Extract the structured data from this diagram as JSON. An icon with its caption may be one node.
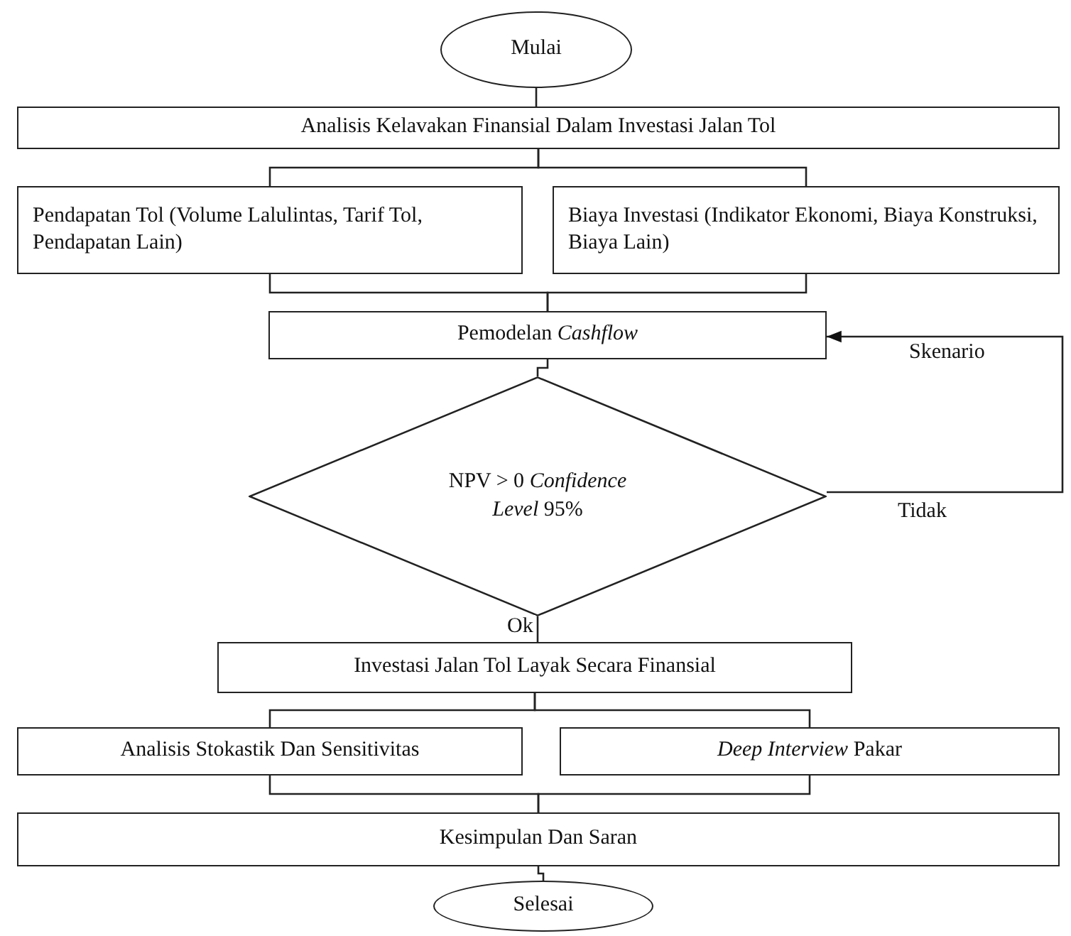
{
  "diagram": {
    "nodes": [
      {
        "text": [
          "Mulai"
        ]
      },
      {
        "text": [
          "Analisis Kelavakan Finansial Dalam Investasi Jalan Tol"
        ]
      },
      {
        "text": [
          "Pendapatan Tol (Volume Lalulintas, Tarif Tol, Pendapatan Lain)"
        ]
      },
      {
        "text": [
          "Biaya Investasi (Indikator Ekonomi, Biaya Konstruksi, Biaya Lain)"
        ]
      },
      {
        "text": [
          "Pemodelan *Cashflow*"
        ]
      },
      {
        "text": [
          "NPV > 0 *Confidence Level* 95%"
        ]
      },
      {
        "text": [
          "Investasi Jalan Tol Layak Secara Finansial"
        ]
      },
      {
        "text": [
          "Analisis Stokastik Dan Sensitivitas"
        ]
      },
      {
        "text": [
          "*Deep Interview* Pakar"
        ]
      },
      {
        "text": [
          "Kesimpulan Dan Saran"
        ]
      },
      {
        "text": [
          "Selesai"
        ]
      }
    ],
    "edges": [
      {
        "from": 0,
        "to": 1,
        "arrow": "none"
      },
      {
        "from": 1,
        "to": 2,
        "arrow": "none"
      },
      {
        "from": 1,
        "to": 3,
        "arrow": "none"
      },
      {
        "from": 2,
        "to": 4,
        "arrow": "none"
      },
      {
        "from": 3,
        "to": 4,
        "arrow": "none"
      },
      {
        "from": 4,
        "to": 5,
        "arrow": "none"
      },
      {
        "from": 5,
        "to": 4,
        "arrow": "to",
        "label": "Tidak"
      },
      {
        "from": 5,
        "to": 6,
        "arrow": "none",
        "label": "Ok"
      },
      {
        "from": 6,
        "to": 7,
        "arrow": "none"
      },
      {
        "from": 6,
        "to": 8,
        "arrow": "none"
      },
      {
        "from": 7,
        "to": 9,
        "arrow": "none"
      },
      {
        "from": 8,
        "to": 9,
        "arrow": "none"
      },
      {
        "from": 9,
        "to": 10,
        "arrow": "none"
      }
    ],
    "labels": [
      "Skenario"
    ]
  }
}
